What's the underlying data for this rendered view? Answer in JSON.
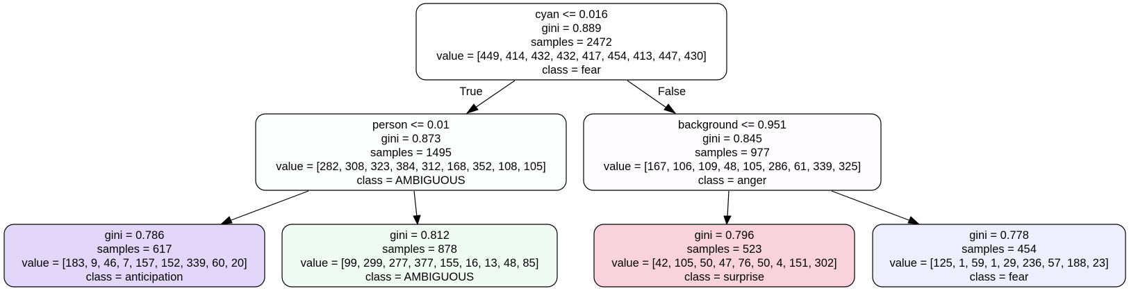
{
  "tree": {
    "nodes": [
      {
        "id": "root",
        "fill": "#ffffff",
        "lines": [
          "cyan <= 0.016",
          "gini = 0.889",
          "samples = 2472",
          "value = [449, 414, 432, 432, 417, 454, 413, 447, 430]",
          "class = fear"
        ]
      },
      {
        "id": "left",
        "fill": "#fcfefd",
        "lines": [
          "person <= 0.01",
          "gini = 0.873",
          "samples = 1495",
          "value = [282, 308, 323, 384, 312, 168, 352, 108, 105]",
          "class = AMBIGUOUS"
        ]
      },
      {
        "id": "right",
        "fill": "#fefcfe",
        "lines": [
          "background <= 0.951",
          "gini = 0.845",
          "samples = 977",
          "value = [167, 106, 109, 48, 105, 286, 61, 339, 325]",
          "class = anger"
        ]
      },
      {
        "id": "left-left",
        "fill": "#e3d7f9",
        "lines": [
          "gini = 0.786",
          "samples = 617",
          "value = [183, 9, 46, 7, 157, 152, 339, 60, 20]",
          "class = anticipation"
        ]
      },
      {
        "id": "left-right",
        "fill": "#effbf3",
        "lines": [
          "gini = 0.812",
          "samples = 878",
          "value = [99, 299, 277, 377, 155, 16, 13, 48, 85]",
          "class = AMBIGUOUS"
        ]
      },
      {
        "id": "right-left",
        "fill": "#f9d3dc",
        "lines": [
          "gini = 0.796",
          "samples = 523",
          "value = [42, 105, 50, 47, 76, 50, 4, 151, 302]",
          "class = surprise"
        ]
      },
      {
        "id": "right-right",
        "fill": "#edf0fc",
        "lines": [
          "gini = 0.778",
          "samples = 454",
          "value = [125, 1, 59, 1, 29, 236, 57, 188, 23]",
          "class = fear"
        ]
      }
    ],
    "edges": [
      {
        "from": "root",
        "to": "left",
        "label": "True"
      },
      {
        "from": "root",
        "to": "right",
        "label": "False"
      },
      {
        "from": "left",
        "to": "left-left",
        "label": ""
      },
      {
        "from": "left",
        "to": "left-right",
        "label": ""
      },
      {
        "from": "right",
        "to": "right-left",
        "label": ""
      },
      {
        "from": "right",
        "to": "right-right",
        "label": ""
      }
    ]
  }
}
